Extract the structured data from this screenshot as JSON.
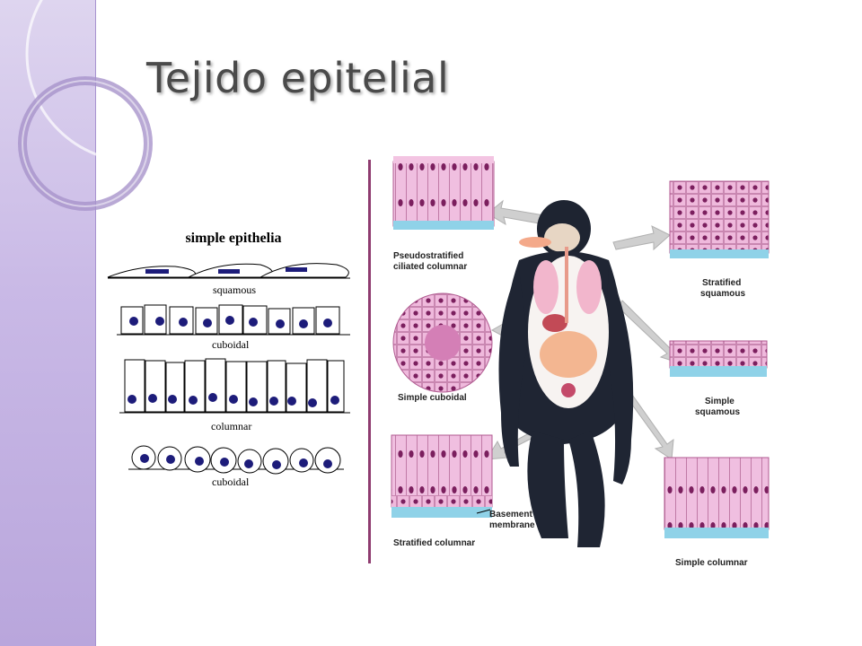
{
  "slide": {
    "title": "Tejido epitelial"
  },
  "simple_epithelia": {
    "title": "simple epithelia",
    "labels": {
      "squamous": "squamous",
      "cuboidal": "cuboidal",
      "columnar": "columnar",
      "cuboidal_round": "cuboidal"
    }
  },
  "body_figure": {
    "labels": {
      "pseudo_1": "Pseudostratified",
      "pseudo_2": "ciliated columnar",
      "strat_sq_1": "Stratified",
      "strat_sq_2": "squamous",
      "simple_cuboidal": "Simple cuboidal",
      "simple_sq_1": "Simple",
      "simple_sq_2": "squamous",
      "basement_1": "Basement",
      "basement_2": "membrane",
      "strat_col": "Stratified columnar",
      "simple_col": "Simple columnar"
    }
  },
  "colors": {
    "accent": "#8e3b6f",
    "side_band": "#c9b9e6",
    "tissue": "#e7a9d1",
    "nucleus": "#1d1c7a"
  }
}
